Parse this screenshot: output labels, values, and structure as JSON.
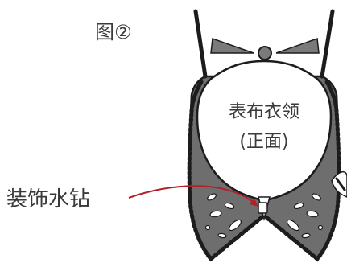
{
  "figure": {
    "label": "图②"
  },
  "collar": {
    "line1": "表布衣领",
    "line2": "(正面)"
  },
  "annotation": {
    "text": "装饰水钻"
  },
  "colors": {
    "collar_fill": "#6e6e6e",
    "outline": "#1c1c1c",
    "arrow": "#b3202a",
    "inner_fill": "#ffffff"
  }
}
